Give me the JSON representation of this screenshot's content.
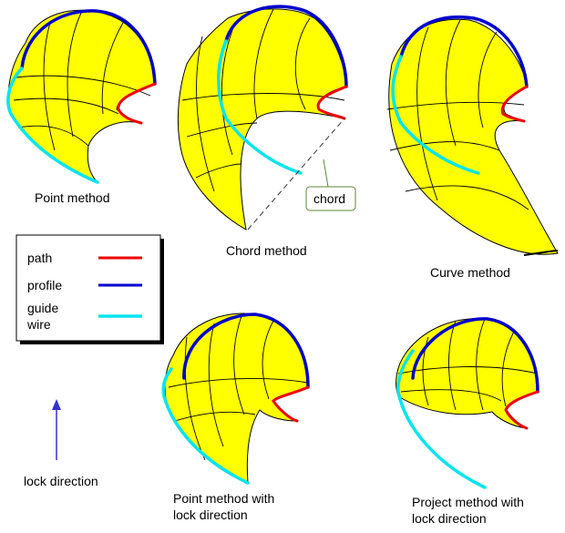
{
  "captions": {
    "point": "Point method",
    "chord": "Chord method",
    "curve": "Curve method",
    "point_lock_line1": "Point method with",
    "point_lock_line2": "lock direction",
    "project_lock_line1": "Project method with",
    "project_lock_line2": "lock direction",
    "lock_direction": "lock direction"
  },
  "chord_label": "chord",
  "legend": {
    "items": [
      {
        "label": "path",
        "color": "#ee0000"
      },
      {
        "label": "profile",
        "color": "#0000cc"
      },
      {
        "label": "guide",
        "label2": "wire",
        "color": "#00e5ee"
      }
    ]
  },
  "colors": {
    "surface": "#ffff00",
    "arrow": "#3333cc",
    "chord_box": "#5a8a3a"
  }
}
